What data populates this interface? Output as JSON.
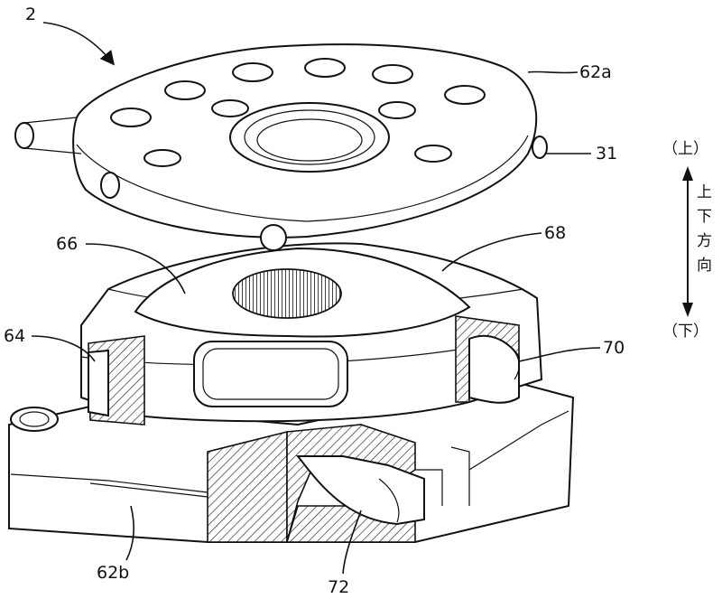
{
  "labels": {
    "assembly": "2",
    "upper_plate": "62a",
    "pin": "31",
    "rotor_left": "66",
    "rotor_right": "68",
    "side_left": "64",
    "cavity_right": "70",
    "lower_plate": "62b",
    "lower_cavity": "72"
  },
  "direction": {
    "up": "（上）",
    "down": "（下）",
    "axis_chars": [
      "上",
      "下",
      "方",
      "向"
    ]
  }
}
